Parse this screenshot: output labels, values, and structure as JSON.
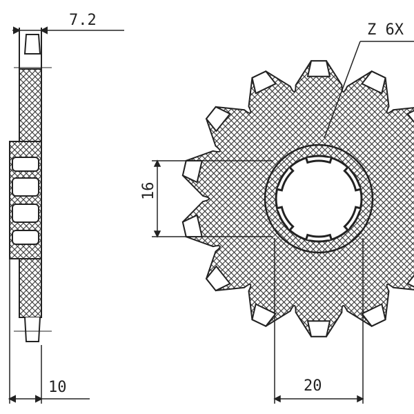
{
  "drawing": {
    "dimensions": {
      "hub_width": "7.2",
      "teeth_spec": "Z 6X",
      "spline_width": "16",
      "plate_width": "10",
      "bore_diameter": "20"
    },
    "teeth_count": 14,
    "colors": {
      "line": "#222222",
      "hatch": "#333333",
      "background": "#ffffff"
    }
  }
}
